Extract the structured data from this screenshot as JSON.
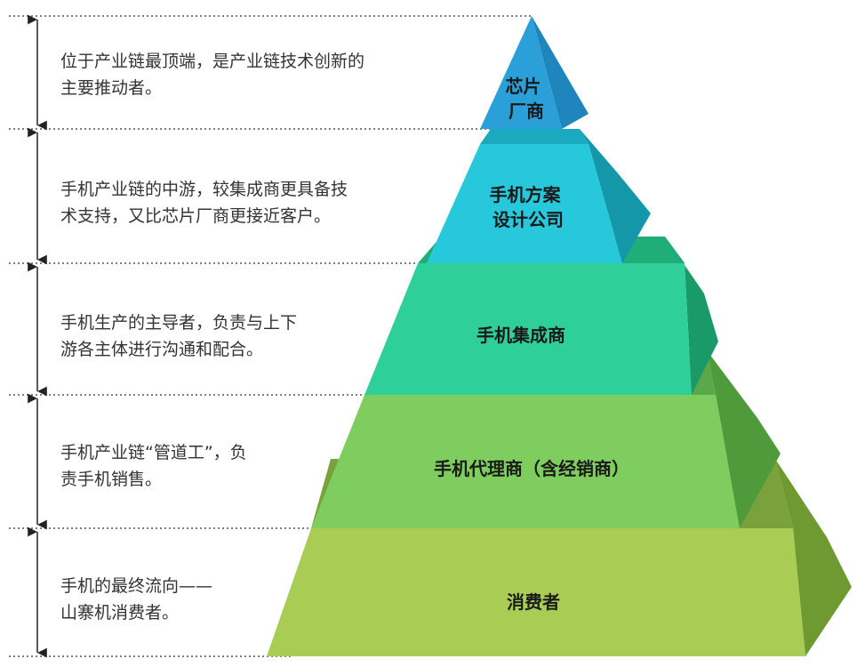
{
  "colors": {
    "level_1": "#2a9fd8",
    "level_2": "#27c8dc",
    "level_3": "#2fcf9a",
    "level_4": "#7fcd5e",
    "level_5": "#a9cc55",
    "divider": "#555555",
    "arrow": "#222222",
    "label_text": "#1a1a1a",
    "description_text": "#333333"
  },
  "levels": [
    {
      "label_lines": [
        "芯片",
        "厂商"
      ],
      "description_lines": [
        "位于产业链最顶端，是产业链技术创新的",
        "主要推动者。"
      ]
    },
    {
      "label_lines": [
        "手机方案",
        "设计公司"
      ],
      "description_lines": [
        "手机产业链的中游，较集成商更具备技",
        "术支持，又比芯片厂商更接近客户。"
      ]
    },
    {
      "label_lines": [
        "手机集成商"
      ],
      "description_lines": [
        "手机生产的主导者，负责与上下",
        "游各主体进行沟通和配合。"
      ]
    },
    {
      "label_lines": [
        "手机代理商（含经销商）"
      ],
      "description_lines": [
        "手机产业链“管道工”，负",
        "责手机销售。"
      ]
    },
    {
      "label_lines": [
        "消费者"
      ],
      "description_lines": [
        "手机的最终流向——",
        "山寨机消费者。"
      ]
    }
  ]
}
